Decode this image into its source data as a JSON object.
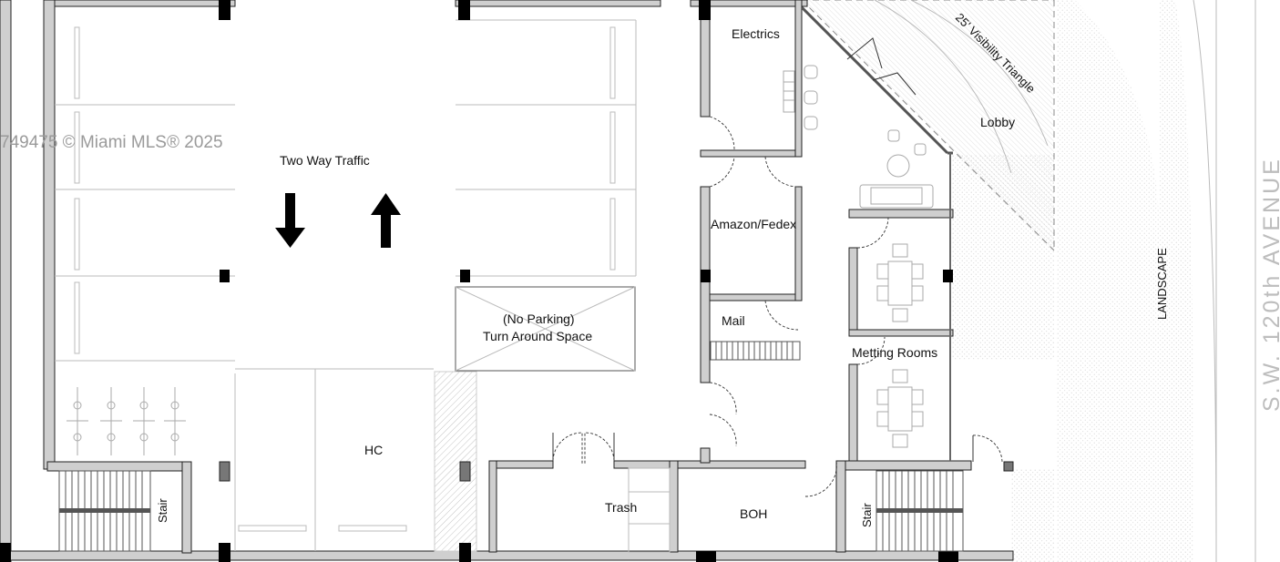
{
  "watermark": "749475 © Miami MLS® 2025",
  "rooms": {
    "electrics": "Electrics",
    "lobby": "Lobby",
    "visibility": "25' Visibility Triangle",
    "two_way": "Two Way Traffic",
    "amazon": "Amazon/Fedex",
    "no_parking": "(No Parking)",
    "turn_around": "Turn Around Space",
    "mail": "Mail",
    "meeting": "Metting Rooms",
    "hc": "HC",
    "trash": "Trash",
    "boh": "BOH",
    "stair_left": "Stair",
    "stair_right": "Stair"
  },
  "street": {
    "landscape": "LANDSCAPE",
    "avenue": "S.W. 120th AVENUE"
  },
  "arrows": [
    "down-arrow",
    "up-arrow"
  ],
  "colors": {
    "wall_fill": "#cfcfcf",
    "column": "#000000",
    "hatch": "#bdbdbd",
    "dots": "#cfcfcf"
  }
}
